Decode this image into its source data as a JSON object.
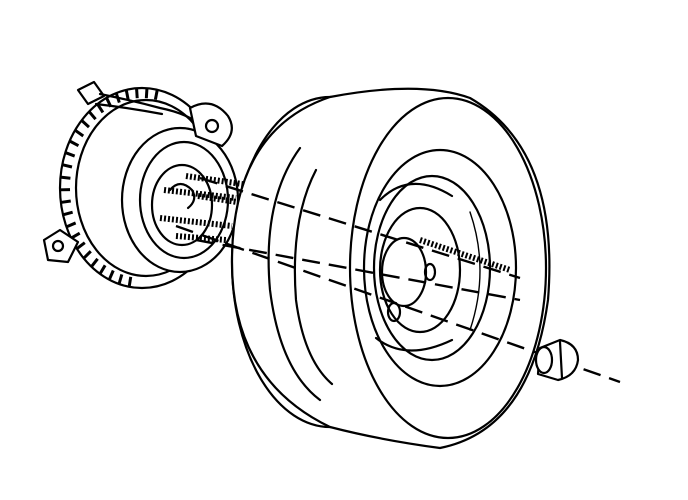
{
  "figure": {
    "parts": [
      "hub-and-rotor",
      "wheel-studs",
      "tire-and-wheel",
      "lug-nut"
    ],
    "colors": {
      "ink": "#000000",
      "paper": "#ffffff"
    }
  }
}
